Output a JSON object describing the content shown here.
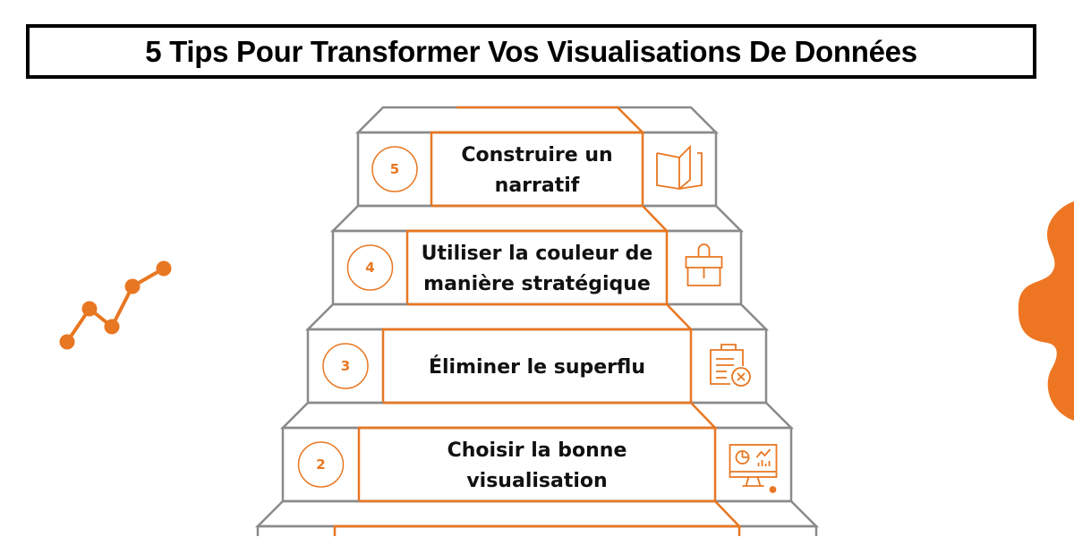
{
  "title": "5 Tips Pour Transformer Vos Visualisations De Données",
  "colors": {
    "accent": "#e87722",
    "outline": "#8a8a8a",
    "text": "#111111"
  },
  "steps": [
    {
      "number": "5",
      "lines": [
        "Construire un",
        "narratif"
      ],
      "icon": "open-book-icon"
    },
    {
      "number": "4",
      "lines": [
        "Utiliser la couleur de",
        "manière stratégique"
      ],
      "icon": "paint-brush-icon"
    },
    {
      "number": "3",
      "lines": [
        "Éliminer le superflu"
      ],
      "icon": "clipboard-x-icon"
    },
    {
      "number": "2",
      "lines": [
        "Choisir la bonne",
        "visualisation"
      ],
      "icon": "monitor-chart-icon"
    }
  ],
  "decorations": [
    "trend-line-icon",
    "orange-blob"
  ]
}
